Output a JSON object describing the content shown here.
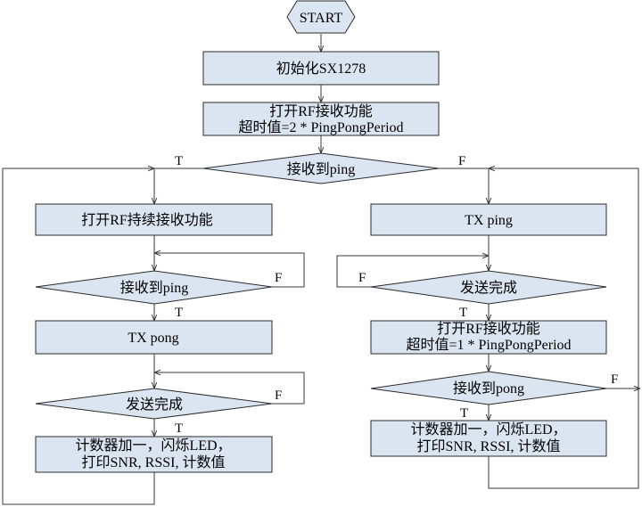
{
  "nodes": {
    "start": "START",
    "init": "初始化SX1278",
    "open_rx_1": "打开RF接收功能",
    "timeout_1": "超时值=2 * PingPongPeriod",
    "rx_ping_main": "接收到ping",
    "open_rx_cont": "打开RF持续接收功能",
    "rx_ping_left": "接收到ping",
    "tx_pong": "TX pong",
    "send_done_left": "发送完成",
    "count_left_1": "计数器加一，闪烁LED，",
    "count_left_2": "打印SNR, RSSI, 计数值",
    "tx_ping": "TX ping",
    "send_done_right": "发送完成",
    "open_rx_2": "打开RF接收功能",
    "timeout_2": "超时值=1 * PingPongPeriod",
    "rx_pong": "接收到pong",
    "count_right_1": "计数器加一，闪烁LED，",
    "count_right_2": "打印SNR, RSSI, 计数值"
  },
  "labels": {
    "main_true": "T",
    "main_false": "F",
    "left_ping_false": "F",
    "left_ping_true": "T",
    "left_send_false": "F",
    "left_send_true": "T",
    "right_send_false": "F",
    "right_send_true": "T",
    "pong_false": "F",
    "pong_true": "T"
  },
  "colors": {
    "box_fill": "#dbe5f1",
    "stroke": "#2b2b2b"
  }
}
